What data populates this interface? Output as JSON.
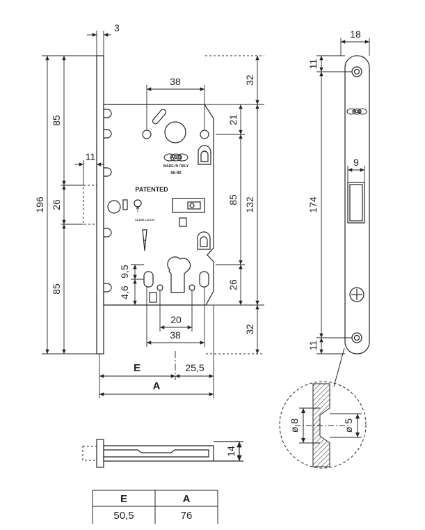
{
  "dimensions": {
    "faceplate_thickness": "3",
    "backset_spacing_top": "38",
    "top_offset": "32",
    "spindle_offset": "21",
    "height_upper": "85",
    "height_lower": "85",
    "total_height": "196",
    "latch_offset": "11",
    "latch_height": "26",
    "spindle_to_cylinder": "85",
    "case_height": "132",
    "cylinder_offset": "26",
    "bottom_offset": "32",
    "cylinder_upper": "9,5",
    "cylinder_lower": "4,6",
    "cylinder_width": "20",
    "backset_spacing_bottom": "38",
    "backset_E": "E",
    "backset_extra": "25,5",
    "overall_A": "A",
    "strike_width": "18",
    "strike_top_hole": "11",
    "strike_slot_width": "9",
    "strike_length": "174",
    "strike_bottom_hole": "11",
    "side_thickness": "14",
    "detail_outer": "ø 8",
    "detail_inner": "ø 5"
  },
  "lock_body": {
    "brand": "AGB",
    "made_in": "MADE IN ITALY",
    "model": "50-90",
    "patented": "PATENTED",
    "latch_note": "CLASS LATCH"
  },
  "strike_plate": {
    "brand": "AGB"
  },
  "table": {
    "headers": [
      "E",
      "A"
    ],
    "rows": [
      [
        "50,5",
        "76"
      ]
    ]
  }
}
